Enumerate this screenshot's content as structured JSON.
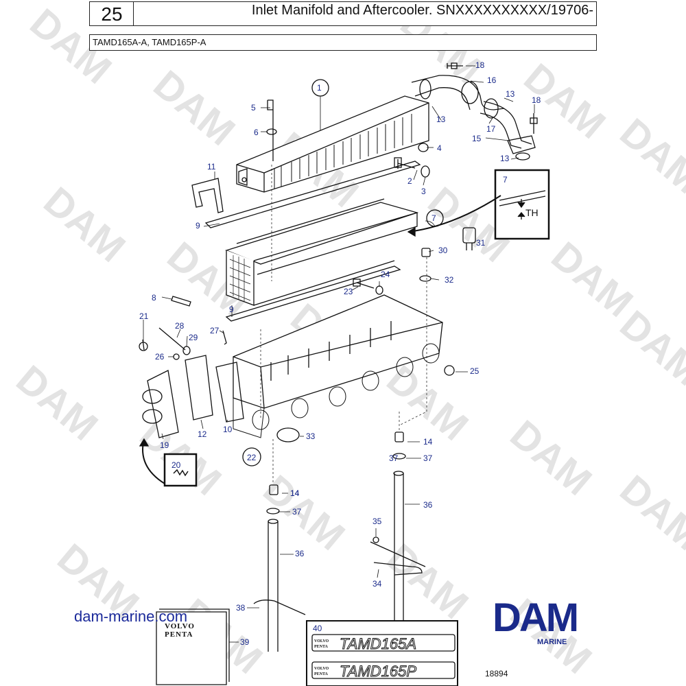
{
  "header": {
    "page_number": "25",
    "title": "Inlet Manifold and Aftercooler. SNXXXXXXXXXX/19706-",
    "models": "TAMD165A-A, TAMD165P-A"
  },
  "watermark": {
    "text": "DAM",
    "color": "#e3e3e3"
  },
  "callouts": [
    "1",
    "2",
    "3",
    "4",
    "5",
    "6",
    "7",
    "7",
    "8",
    "9",
    "9",
    "10",
    "11",
    "12",
    "13",
    "13",
    "13",
    "14",
    "14",
    "14",
    "15",
    "16",
    "17",
    "18",
    "18",
    "19",
    "20",
    "21",
    "22",
    "23",
    "24",
    "25",
    "26",
    "27",
    "28",
    "29",
    "30",
    "31",
    "32",
    "33",
    "34",
    "35",
    "36",
    "36",
    "37",
    "37",
    "37",
    "38",
    "39",
    "40"
  ],
  "detail": {
    "callout": "7",
    "label": "TH"
  },
  "decal_labels": [
    "TAMD165A",
    "TAMD165P"
  ],
  "decal_brand": [
    "VOLVO",
    "PENTA"
  ],
  "manual_brand": [
    "VOLVO",
    "PENTA"
  ],
  "footer": {
    "site": "dam-marine.com",
    "brand_logo": "DAM",
    "brand_sub": "MARINE",
    "brand_color": "#1a2a8a",
    "drawing_number": "18894"
  },
  "colors": {
    "callout_text": "#1a2a8a",
    "line": "#111111"
  }
}
